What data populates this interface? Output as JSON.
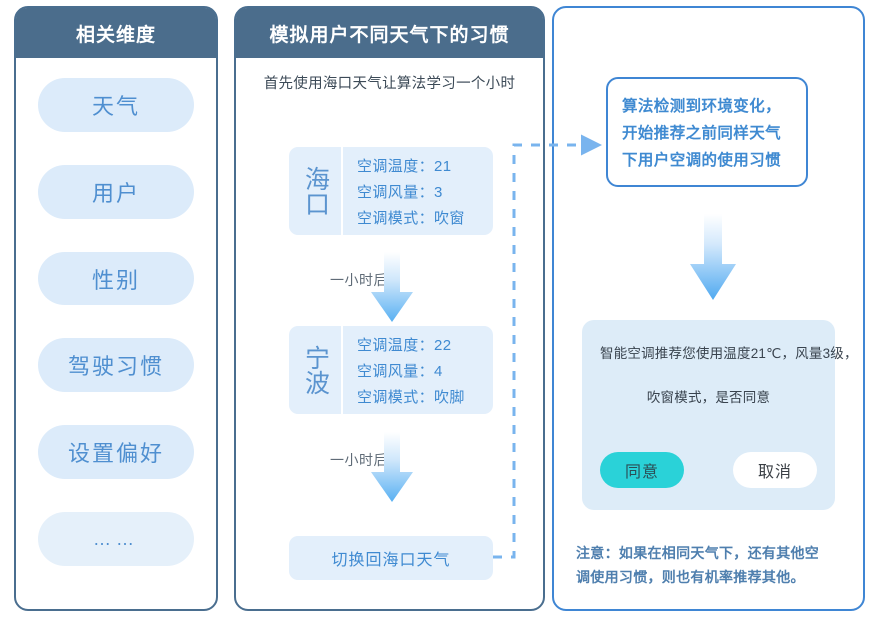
{
  "left_panel": {
    "title": "相关维度",
    "items": [
      {
        "label": "天气"
      },
      {
        "label": "用户"
      },
      {
        "label": "性别"
      },
      {
        "label": "驾驶习惯"
      },
      {
        "label": "设置偏好"
      },
      {
        "label": "……"
      }
    ]
  },
  "mid_panel": {
    "title": "模拟用户不同天气下的习惯",
    "intro": "首先使用海口天气让算法学习一个小时",
    "cards": [
      {
        "city": "海口",
        "attrs": [
          "空调温度：21",
          "空调风量：3",
          "空调模式：吹窗"
        ]
      },
      {
        "city": "宁波",
        "attrs": [
          "空调温度：22",
          "空调风量：4",
          "空调模式：吹脚"
        ]
      }
    ],
    "step_labels": [
      "一小时后",
      "一小时后"
    ],
    "switch_back": "切换回海口天气"
  },
  "right_panel": {
    "callout_lines": [
      "算法检测到环境变化，",
      "开始推荐之前同样天气",
      "下用户空调的使用习惯"
    ],
    "recommendation": {
      "line1": "智能空调推荐您使用温度21℃，风量3级，",
      "line2": "吹窗模式，是否同意",
      "agree_label": "同意",
      "cancel_label": "取消"
    },
    "note_lines": [
      "注意：如果在相同天气下，还有其他空",
      "调使用习惯，则也有机率推荐其他。"
    ]
  },
  "colors": {
    "header_slate": "#4b6d8c",
    "pill_blue": "#dcebfa",
    "text_blue": "#3f8ad1",
    "accent_cyan": "#2ad2d8",
    "border_blue": "#3f86d4",
    "arrow_blue": "#5cb3f5",
    "dash_blue": "#79b4ee"
  }
}
